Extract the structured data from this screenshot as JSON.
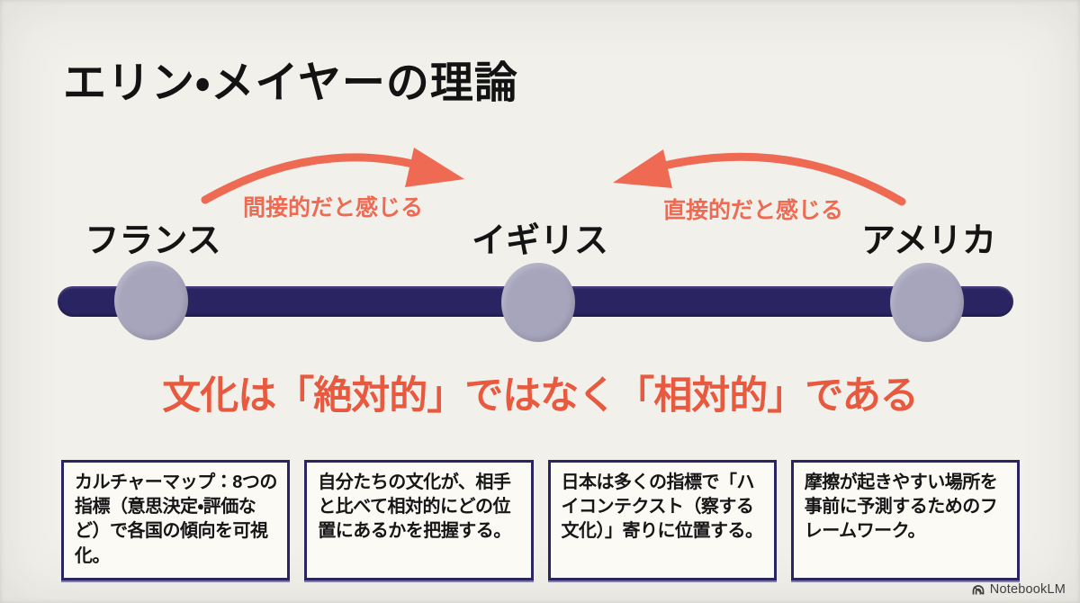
{
  "title": "エリン・メイヤーの理論",
  "spectrum": {
    "left_arrow_label": "間接的だと感じる",
    "right_arrow_label": "直接的だと感じる",
    "countries": {
      "left": "フランス",
      "center": "イギリス",
      "right": "アメリカ"
    }
  },
  "headline": "文化は「絶対的」ではなく「相対的」である",
  "notes": [
    {
      "text": "カルチャーマップ：8つの指標（意思決定・評価など）で各国の傾向を可視化。"
    },
    {
      "text": "自分たちの文化が、相手と比べて相対的にどの位置にあるかを把握する。"
    },
    {
      "text": "日本は多くの指標で「ハイコンテクスト（察する文化）」寄りに位置する。"
    },
    {
      "text": "摩擦が起きやすい場所を事前に予測するためのフレームワーク。"
    }
  ],
  "footer": {
    "brand": "NotebookLM"
  },
  "colors": {
    "background": "#f1f0ea",
    "navy": "#2a2462",
    "circle": "#a7a5bc",
    "accent": "#ee6a52",
    "headline": "#e85a40",
    "box-bg": "#fbfaf5"
  }
}
